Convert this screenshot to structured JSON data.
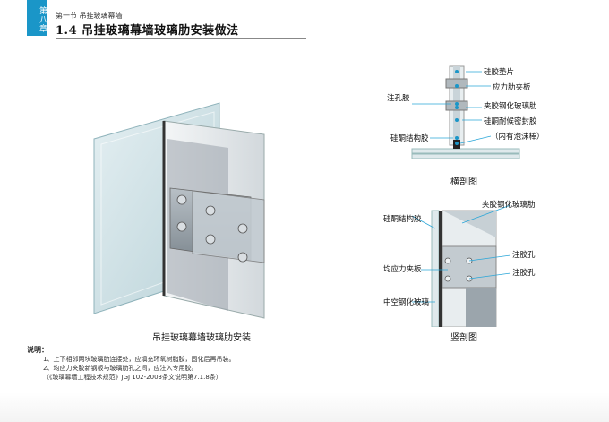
{
  "header": {
    "chapter_tab": "第八章",
    "section_sub": "第一节  吊挂玻璃幕墙",
    "section_title": "1.4  吊挂玻璃幕墙玻璃肋安装做法"
  },
  "figure_3d": {
    "caption": "吊挂玻璃幕墙玻璃肋安装"
  },
  "cross_section": {
    "caption": "横剖图",
    "labels": {
      "pad": "硅胶垫片",
      "clamp": "应力肋夹板",
      "injection": "注孔胶",
      "laminated": "夹胶钢化玻璃肋",
      "sealant": "硅酮耐候密封胶",
      "structural": "硅酮结构胶",
      "foam": "（内有泡沫棒）"
    }
  },
  "vertical_section": {
    "caption": "竖剖图",
    "labels": {
      "laminated": "夹胶钢化玻璃肋",
      "structural": "硅酮结构胶",
      "injection_hole_1": "注胶孔",
      "clamp": "均应力夹板",
      "injection_hole_2": "注胶孔",
      "hollow_glass": "中空钢化玻璃"
    }
  },
  "notes": {
    "title": "说明：",
    "items": [
      "1、上下相邻两块玻璃肋连接处，应填充环氧树脂胶，固化后再吊装。",
      "2、均应力夹胶新钢板与玻璃肋孔之间，应注入专用胶。",
      "（《玻璃幕墙工程技术规范》JGJ 102-2003条文说明第7.1.8条）"
    ]
  },
  "colors": {
    "accent": "#1a96c8",
    "leader": "#2aa6d8",
    "glass": "#cfe3e8",
    "steel": "#9aa3ab"
  }
}
